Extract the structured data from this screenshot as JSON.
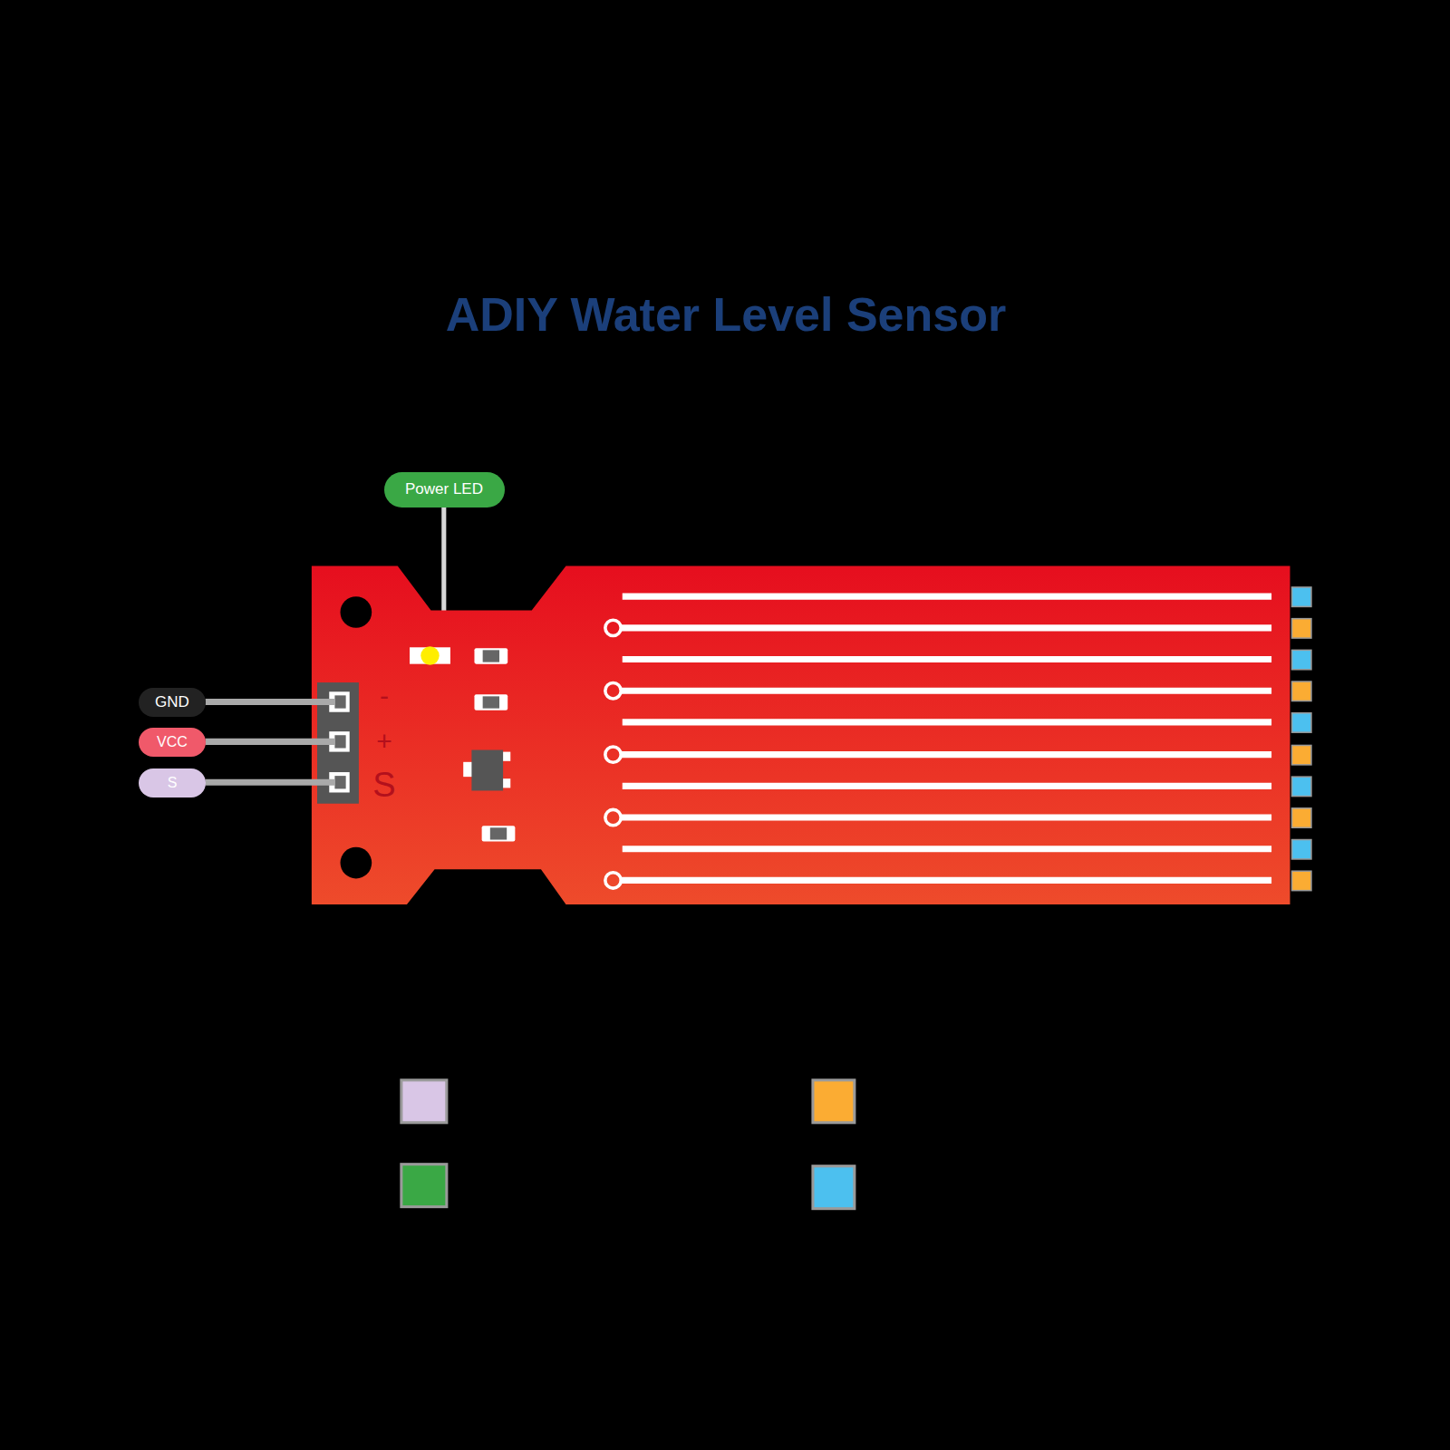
{
  "diagram": {
    "title": "ADIY Water Level Sensor",
    "nodes": [
      {
        "text": [
          "Power LED"
        ]
      },
      {
        "text": [
          "GND"
        ]
      },
      {
        "text": [
          "VCC"
        ]
      },
      {
        "text": [
          "S"
        ]
      }
    ],
    "labels": [
      "-",
      "+",
      "S"
    ]
  }
}
